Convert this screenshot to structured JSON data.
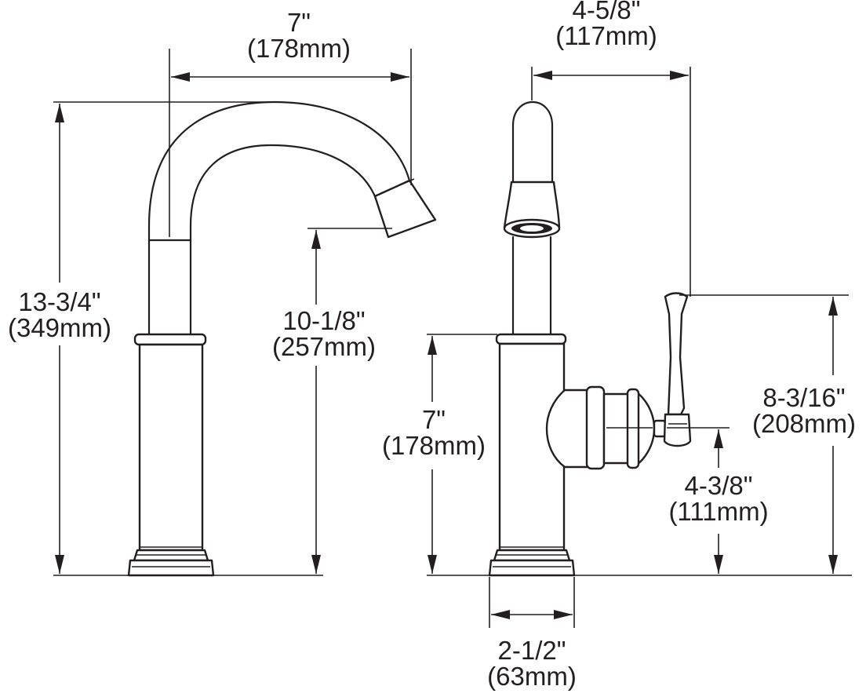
{
  "side_view": {
    "spout_reach": {
      "inches": "7\"",
      "mm": "(178mm)"
    },
    "overall_height": {
      "inches": "13-3/4\"",
      "mm": "(349mm)"
    },
    "spout_height": {
      "inches": "10-1/8\"",
      "mm": "(257mm)"
    }
  },
  "front_view": {
    "handle_reach": {
      "inches": "4-5/8\"",
      "mm": "(117mm)"
    },
    "body_height": {
      "inches": "7\"",
      "mm": "(178mm)"
    },
    "handle_height": {
      "inches": "8-3/16\"",
      "mm": "(208mm)"
    },
    "handle_pivot_height": {
      "inches": "4-3/8\"",
      "mm": "(111mm)"
    },
    "base_diameter": {
      "inches": "2-1/2\"",
      "mm": "(63mm)"
    }
  }
}
